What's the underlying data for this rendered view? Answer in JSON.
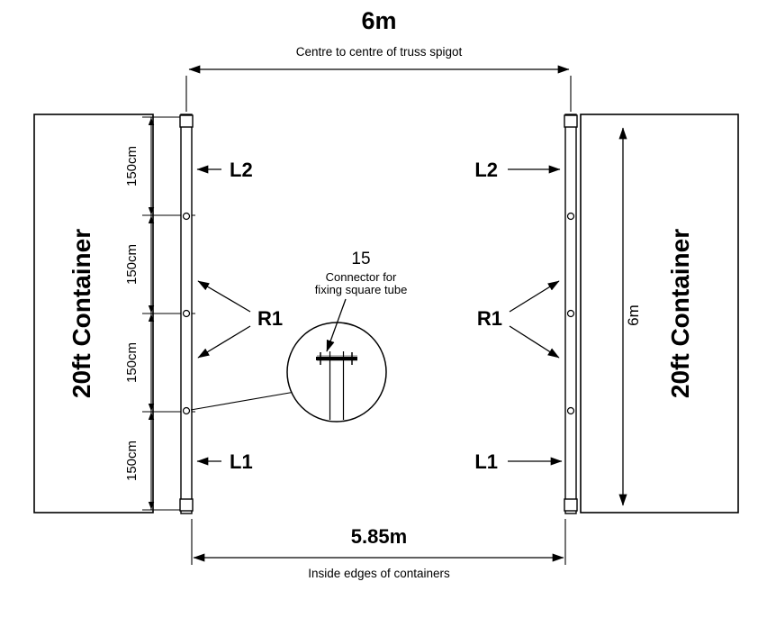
{
  "colors": {
    "line": "#000000",
    "tube_fill": "#bdbdbd",
    "background": "#ffffff"
  },
  "dimensions": {
    "top": {
      "value": "6m",
      "caption": "Centre to centre of truss spigot"
    },
    "bottom": {
      "value": "5.85m",
      "caption": "Inside edges of containers"
    },
    "right": {
      "value": "6m"
    },
    "segments": [
      "150cm",
      "150cm",
      "150cm",
      "150cm"
    ]
  },
  "containers": {
    "left": "20ft Container",
    "right": "20ft Container"
  },
  "callouts": {
    "l2_left": "L2",
    "l2_right": "L2",
    "r1_left": "R1",
    "r1_right": "R1",
    "l1_left": "L1",
    "l1_right": "L1"
  },
  "detail": {
    "part_number": "15",
    "caption_line1": "Connector for",
    "caption_line2": "fixing square tube"
  }
}
